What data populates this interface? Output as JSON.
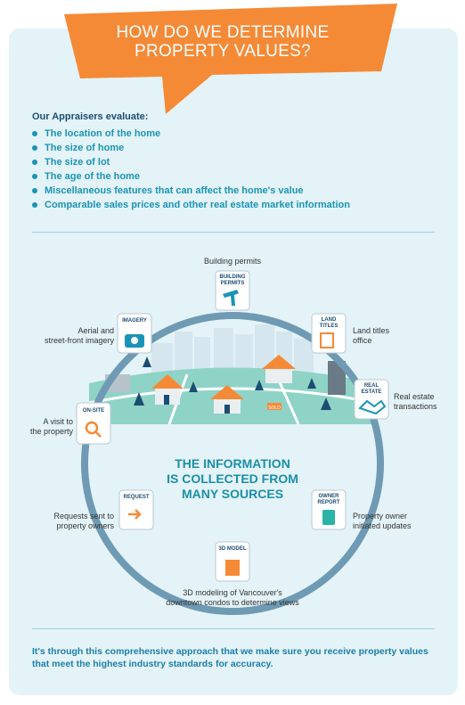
{
  "header": {
    "title_line1": "HOW DO WE DETERMINE",
    "title_line2": "PROPERTY VALUES?"
  },
  "intro": "Our Appraisers evaluate:",
  "criteria": [
    "The location of the home",
    "The size of home",
    "The size of lot",
    "The age of the home",
    "Miscellaneous features that can affect the home's value",
    "Comparable sales prices and other real estate market information"
  ],
  "sources": [
    {
      "badge_line1": "BUILDING",
      "badge_line2": "PERMITS",
      "label_line1": "Building permits",
      "label_line2": "",
      "icon": "hammer-icon"
    },
    {
      "badge_line1": "LAND",
      "badge_line2": "TITLES",
      "label_line1": "Land titles",
      "label_line2": "office",
      "icon": "document-pen-icon"
    },
    {
      "badge_line1": "REAL",
      "badge_line2": "ESTATE",
      "label_line1": "Real estate",
      "label_line2": "transactions",
      "icon": "handshake-icon"
    },
    {
      "badge_line1": "OWNER",
      "badge_line2": "REPORT",
      "label_line1": "Property owner",
      "label_line2": "initiated updates",
      "icon": "clipboard-icon"
    },
    {
      "badge_line1": "3D MODEL",
      "badge_line2": "",
      "label_line1": "3D modeling of Vancouver's",
      "label_line2": "downtown condos to determine views",
      "icon": "building-icon"
    },
    {
      "badge_line1": "REQUEST",
      "badge_line2": "",
      "label_line1": "Requests sent to",
      "label_line2": "property owners",
      "icon": "arrow-in-icon"
    },
    {
      "badge_line1": "ON-SITE",
      "badge_line2": "",
      "label_line1": "A visit to",
      "label_line2": "the property",
      "icon": "magnifier-icon"
    },
    {
      "badge_line1": "IMAGERY",
      "badge_line2": "",
      "label_line1": "Aerial and",
      "label_line2": "street-front imagery",
      "icon": "camera-icon"
    }
  ],
  "scene": {
    "sold_sign": "SOLD"
  },
  "center": {
    "line1": "THE INFORMATION",
    "line2": "IS COLLECTED FROM",
    "line3": "MANY SOURCES"
  },
  "footer": "It's through this comprehensive approach that we make sure you receive property values that meet the highest industry standards for accuracy.",
  "colors": {
    "orange": "#f58a36",
    "navy": "#1b4d73",
    "teal": "#1a94b6",
    "panel": "#e4f3f8",
    "ring": "#6f9ab3"
  }
}
